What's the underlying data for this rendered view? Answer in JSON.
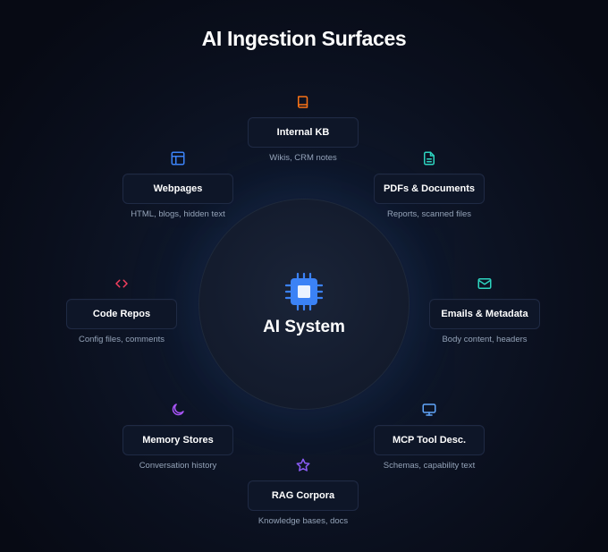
{
  "title": "AI Ingestion Surfaces",
  "center": {
    "label": "AI System",
    "icon": "cpu-chip-icon",
    "color": "#3b82f6"
  },
  "nodes": [
    {
      "id": "internal-kb",
      "label": "Internal KB",
      "caption": "Wikis, CRM notes",
      "icon": "book-icon",
      "color": "#f97316"
    },
    {
      "id": "pdfs-documents",
      "label": "PDFs & Documents",
      "caption": "Reports, scanned files",
      "icon": "document-icon",
      "color": "#2dd4bf"
    },
    {
      "id": "emails-metadata",
      "label": "Emails & Metadata",
      "caption": "Body content, headers",
      "icon": "mail-icon",
      "color": "#2dd4bf"
    },
    {
      "id": "mcp-tool-desc",
      "label": "MCP Tool Desc.",
      "caption": "Schemas, capability text",
      "icon": "monitor-icon",
      "color": "#60a5fa"
    },
    {
      "id": "rag-corpora",
      "label": "RAG Corpora",
      "caption": "Knowledge bases, docs",
      "icon": "star-icon",
      "color": "#8b5cf6"
    },
    {
      "id": "memory-stores",
      "label": "Memory Stores",
      "caption": "Conversation history",
      "icon": "moon-icon",
      "color": "#a855f7"
    },
    {
      "id": "code-repos",
      "label": "Code Repos",
      "caption": "Config files, comments",
      "icon": "code-icon",
      "color": "#f43f5e"
    },
    {
      "id": "webpages",
      "label": "Webpages",
      "caption": "HTML, blogs, hidden text",
      "icon": "layout-icon",
      "color": "#3b82f6"
    }
  ]
}
